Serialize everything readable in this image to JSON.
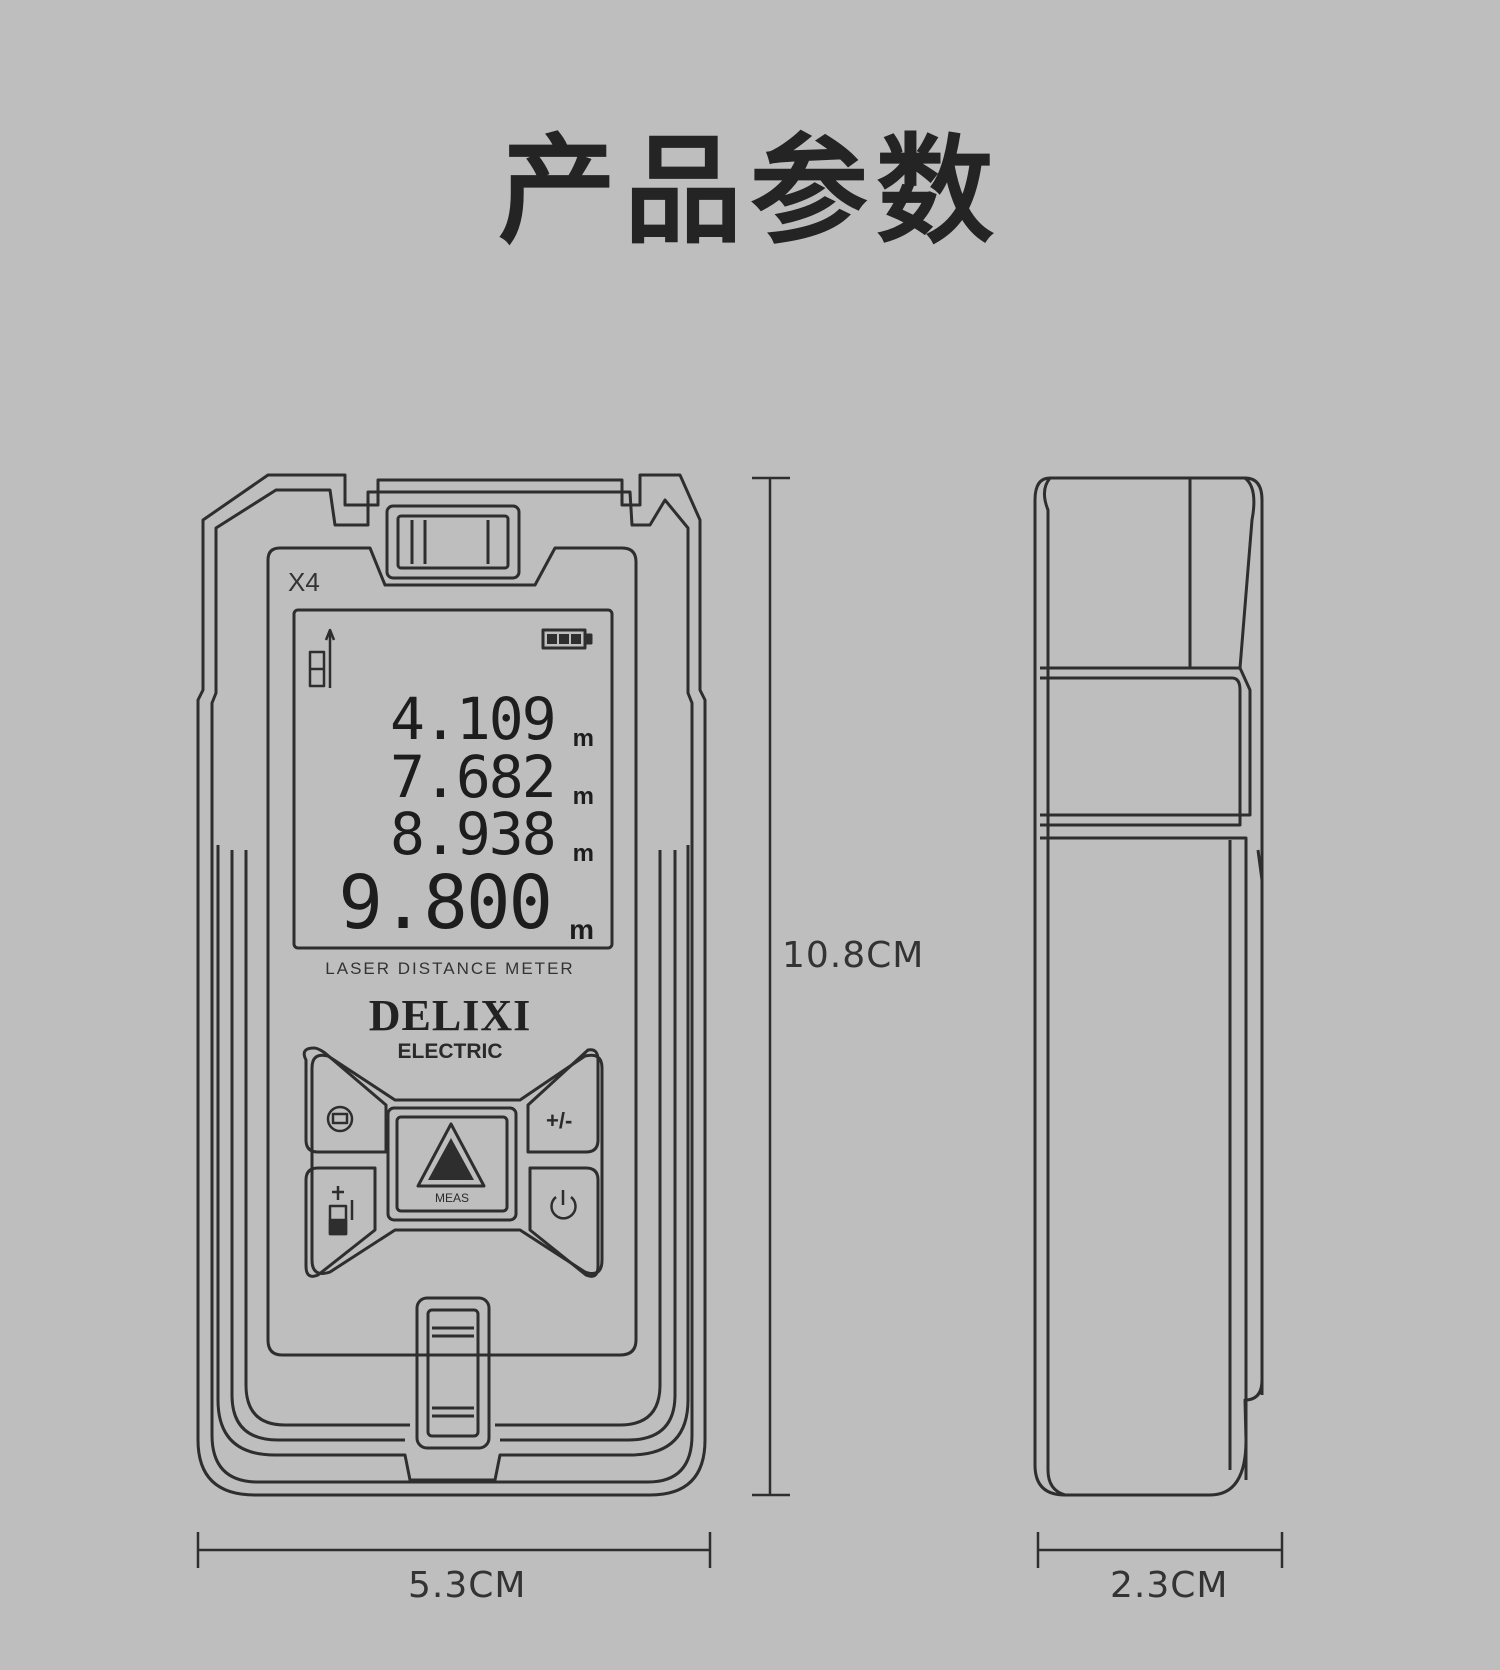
{
  "title": "产品参数",
  "device": {
    "model": "X4",
    "readings": [
      {
        "value": "4.109",
        "unit": "m"
      },
      {
        "value": "7.682",
        "unit": "m"
      },
      {
        "value": "8.938",
        "unit": "m"
      },
      {
        "value": "9.800",
        "unit": "m"
      }
    ],
    "label": "LASER DISTANCE METER",
    "brand": "DELIXI",
    "brand_sub": "ELECTRIC",
    "buttons": {
      "plus_minus": "+/-",
      "meas": "MEAS"
    },
    "battery_level": 1.0,
    "icons": [
      "reference-point-icon",
      "battery-icon",
      "function-menu-icon",
      "laser-level-icon",
      "power-icon",
      "warning-triangle-icon"
    ]
  },
  "dimensions": {
    "height": "10.8CM",
    "width": "5.3CM",
    "depth": "2.3CM"
  },
  "colors": {
    "background": "#bebebe",
    "line": "#2e2e2e",
    "text": "#242424"
  }
}
